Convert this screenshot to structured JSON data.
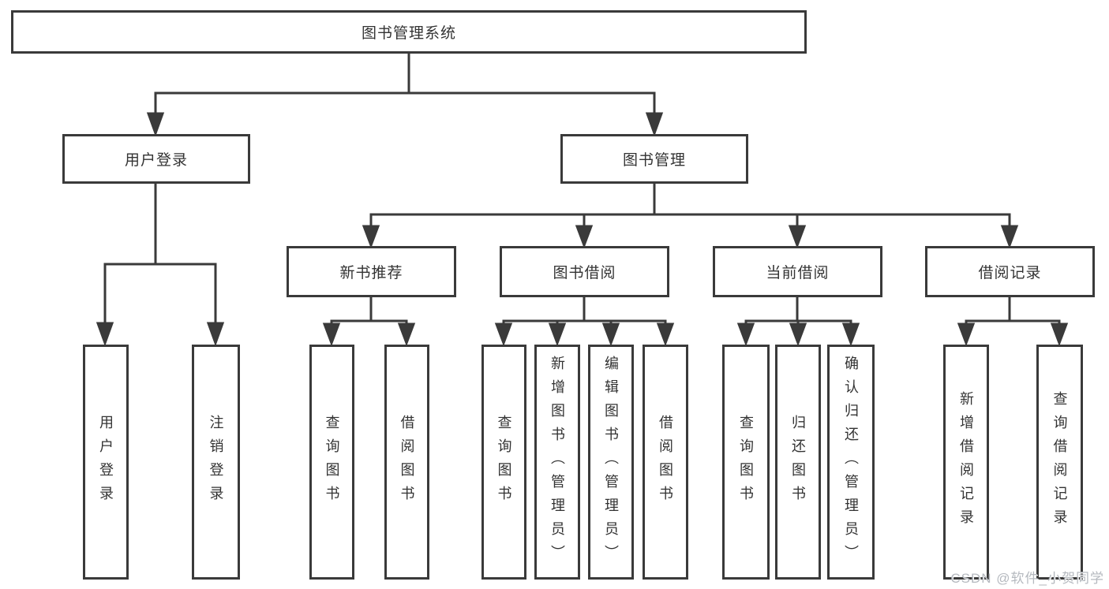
{
  "diagram": {
    "root": {
      "label": "图书管理系统"
    },
    "branches": [
      {
        "label": "用户登录",
        "children": [
          {
            "label": "用户登录"
          },
          {
            "label": "注销登录"
          }
        ]
      },
      {
        "label": "图书管理",
        "children": [
          {
            "label": "新书推荐",
            "children": [
              {
                "label": "查询图书"
              },
              {
                "label": "借阅图书"
              }
            ]
          },
          {
            "label": "图书借阅",
            "children": [
              {
                "label": "查询图书"
              },
              {
                "label": "新增图书（管理员）"
              },
              {
                "label": "编辑图书（管理员）"
              },
              {
                "label": "借阅图书"
              }
            ]
          },
          {
            "label": "当前借阅",
            "children": [
              {
                "label": "查询图书"
              },
              {
                "label": "归还图书"
              },
              {
                "label": "确认归还（管理员）"
              }
            ]
          },
          {
            "label": "借阅记录",
            "children": [
              {
                "label": "新增借阅记录"
              },
              {
                "label": "查询借阅记录"
              }
            ]
          }
        ]
      }
    ]
  },
  "watermark": {
    "text": "CSDN @软件_小贺同学"
  },
  "colors": {
    "line": "#3a3a3a",
    "box_border": "#3a3a3a",
    "text": "#333333",
    "background": "#ffffff",
    "watermark": "#b5b9bf"
  }
}
